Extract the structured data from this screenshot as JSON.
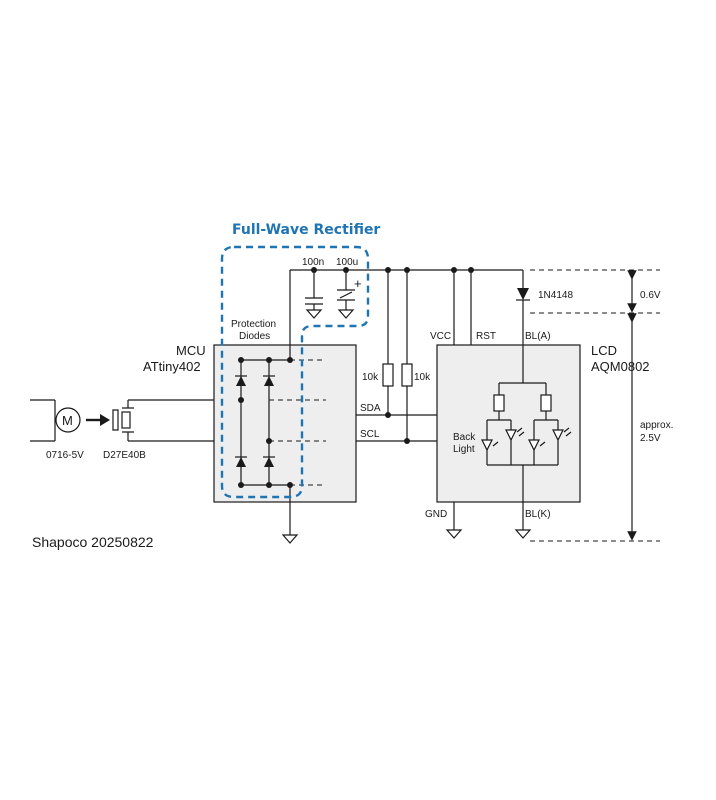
{
  "title": "Full-Wave Rectifier",
  "footer": "Shapoco 20250822",
  "motor": {
    "symbol": "M",
    "label": "0716-5V"
  },
  "buzzer": {
    "label": "D27E40B"
  },
  "mcu": {
    "line1": "MCU",
    "line2": "ATtiny402",
    "sub1": "Protection",
    "sub2": "Diodes"
  },
  "caps": {
    "c1": "100n",
    "c2": "100u",
    "plus": "+"
  },
  "resistors": {
    "r1": "10k",
    "r2": "10k"
  },
  "signals": {
    "sda": "SDA",
    "scl": "SCL"
  },
  "lcd": {
    "line1": "LCD",
    "line2": "AQM0802",
    "vcc": "VCC",
    "rst": "RST",
    "bla": "BL(A)",
    "blk": "BL(K)",
    "gnd": "GND",
    "back1": "Back",
    "back2": "Light"
  },
  "diode": {
    "label": "1N4148"
  },
  "dims": {
    "v1": "0.6V",
    "v2a": "approx.",
    "v2b": "2.5V"
  }
}
